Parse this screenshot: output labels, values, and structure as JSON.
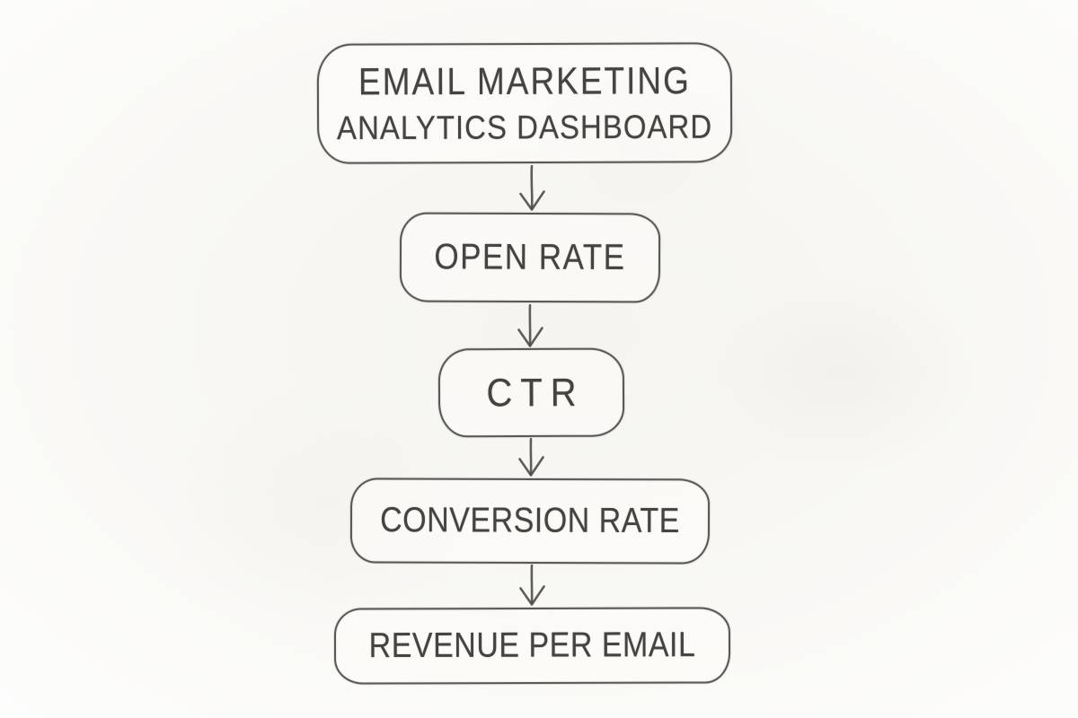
{
  "diagram": {
    "type": "flowchart",
    "style": "hand-drawn pencil sketch",
    "direction": "top-down",
    "colors": {
      "ink": "#454340",
      "paper": "#f9f8f5",
      "node_fill": "#fdfcfa"
    },
    "nodes": [
      {
        "id": "dashboard",
        "label": "EMAIL MARKETING ANALYTICS DASHBOARD",
        "lines": [
          "EMAIL MARKETING",
          "ANALYTICS DASHBOARD"
        ]
      },
      {
        "id": "open-rate",
        "label": "OPEN RATE"
      },
      {
        "id": "ctr",
        "label": "CTR"
      },
      {
        "id": "conversion-rate",
        "label": "CONVERSION RATE"
      },
      {
        "id": "revenue-per-email",
        "label": "REVENUE PER EMAIL"
      }
    ],
    "arrows": [
      {
        "from": "EMAIL MARKETING ANALYTICS DASHBOARD",
        "to": "OPEN RATE"
      },
      {
        "from": "OPEN RATE",
        "to": "CTR"
      },
      {
        "from": "CTR",
        "to": "CONVERSION RATE"
      },
      {
        "from": "CONVERSION RATE",
        "to": "REVENUE PER EMAIL"
      }
    ]
  }
}
